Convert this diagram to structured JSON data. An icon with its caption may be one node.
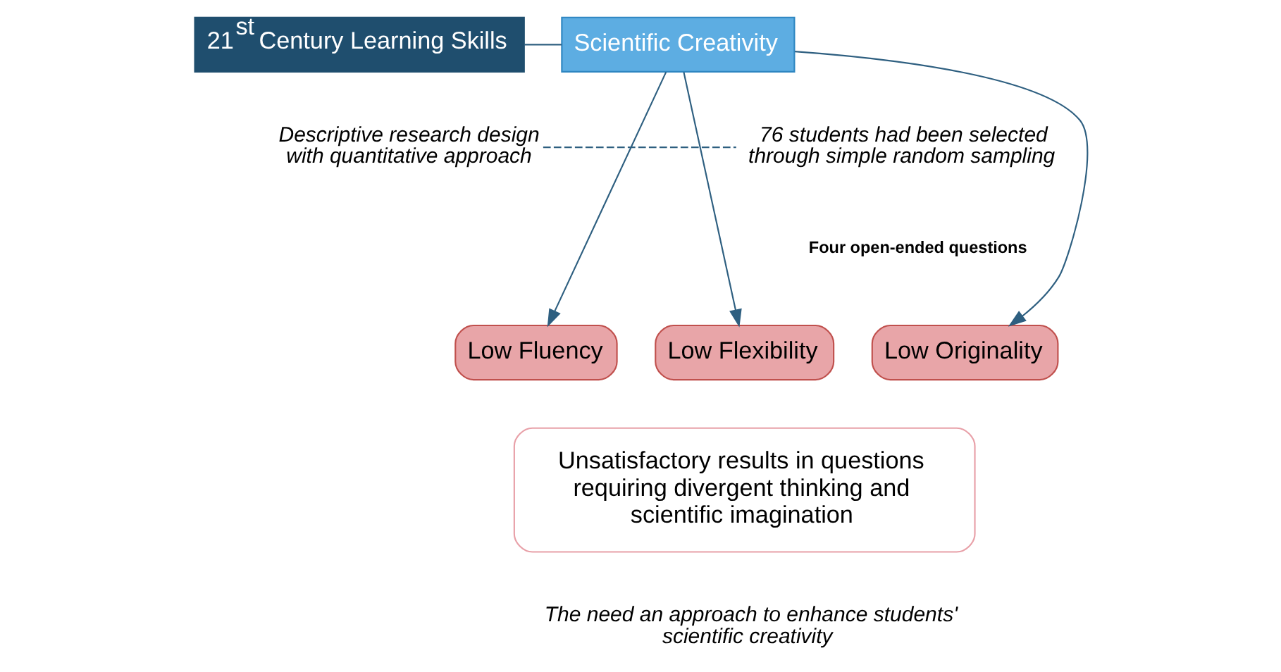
{
  "diagram": {
    "nodes": [
      {
        "text": [
          "21$^{st}$ Century Learning Skills"
        ]
      },
      {
        "text": [
          "Scientific Creativity"
        ]
      },
      {
        "text": [
          "Descriptive research design with quantitative approach"
        ]
      },
      {
        "text": [
          "76 students had been selected through simple random sampling"
        ]
      },
      {
        "text": [
          "Low Fluency"
        ]
      },
      {
        "text": [
          "Low Flexibility"
        ]
      },
      {
        "text": [
          "Low Originality"
        ]
      },
      {
        "text": [
          "Unsatisfactory results in questions requiring divergent thinking and scientific imagination"
        ]
      }
    ],
    "edges": [
      {
        "from": 0,
        "to": 1,
        "arrow": "none"
      },
      {
        "from": 2,
        "to": 3,
        "arrow": "none",
        "style": "dashed"
      },
      {
        "from": 1,
        "to": 4,
        "arrow": "to"
      },
      {
        "from": 1,
        "to": 5,
        "arrow": "to"
      },
      {
        "from": 1,
        "to": 6,
        "arrow": "to"
      }
    ],
    "labels": [
      "Four open-ended questions",
      "The need an approach to enhance students' scientific creativity"
    ]
  }
}
